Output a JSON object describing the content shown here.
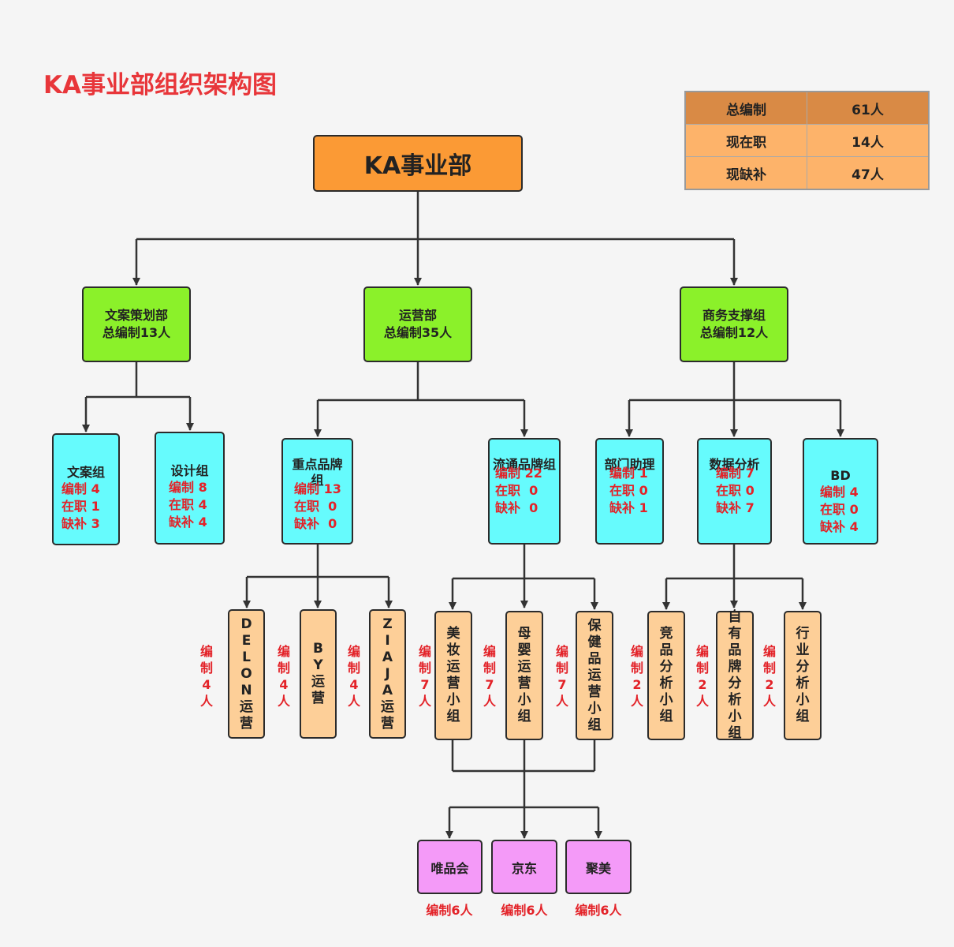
{
  "title": "KA事业部组织架构图",
  "summary": [
    {
      "label": "总编制",
      "value": "61人"
    },
    {
      "label": "现在职",
      "value": "14人"
    },
    {
      "label": "现缺补",
      "value": "47人"
    }
  ],
  "root": "KA事业部",
  "departments": {
    "copywriting": {
      "name": "文案策划部",
      "quota": "总编制13人"
    },
    "operations": {
      "name": "运营部",
      "quota": "总编制35人"
    },
    "business": {
      "name": "商务支撑组",
      "quota": "总编制12人"
    }
  },
  "groups": {
    "copy": {
      "name": "文案组",
      "stats": "编制 4\n在职 1\n缺补 3"
    },
    "design": {
      "name": "设计组",
      "stats": "编制 8\n在职 4\n缺补 4"
    },
    "key_brand": {
      "name": "重点品牌组",
      "stats": "编制 13\n在职  0\n缺补  0"
    },
    "circulation": {
      "name": "流通品牌组",
      "stats": "编制 22\n在职  0\n缺补  0"
    },
    "assistant": {
      "name": "部门助理",
      "stats": "编制 1\n在职 0\n缺补 1"
    },
    "data": {
      "name": "数据分析",
      "stats": "编制 7\n在职 0\n缺补 7"
    },
    "bd": {
      "name": "BD",
      "stats": "编制 4\n在职 0\n缺补 4"
    }
  },
  "teams": {
    "delon": {
      "name": "DELON运营",
      "note": "编制4人"
    },
    "by": {
      "name": "BY运营",
      "note": "编制4人"
    },
    "ziaja": {
      "name": "ZIAJA运营",
      "note": "编制4人"
    },
    "beauty": {
      "name": "美妆运营小组",
      "note": "编制7人"
    },
    "maternal": {
      "name": "母婴运营小组",
      "note": "编制7人"
    },
    "health": {
      "name": "保健品运营小组",
      "note": "编制7人"
    },
    "competitor": {
      "name": "竞品分析小组",
      "note": "编制2人"
    },
    "own_brand": {
      "name": "自有品牌分析小组",
      "note": "编制2人"
    },
    "industry": {
      "name": "行业分析小组",
      "note": "编制2人"
    }
  },
  "platforms": {
    "vip": {
      "name": "唯品会",
      "note": "编制6人"
    },
    "jd": {
      "name": "京东",
      "note": "编制6人"
    },
    "jumei": {
      "name": "聚美",
      "note": "编制6人"
    }
  }
}
